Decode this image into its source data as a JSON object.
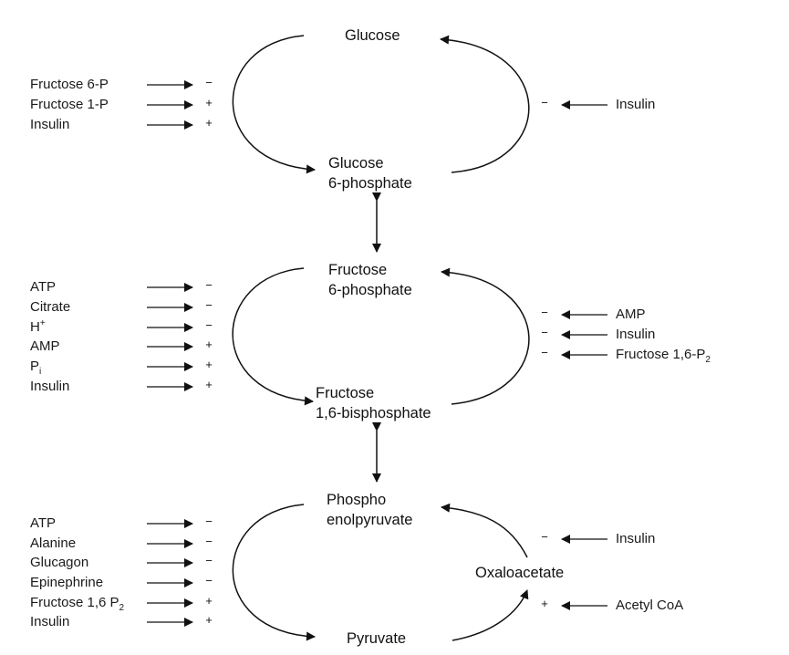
{
  "title": "Regulation of glycolysis and gluconeogenesis",
  "nodes": {
    "glucose": [
      "Glucose"
    ],
    "g6p": [
      "Glucose",
      "6-phosphate"
    ],
    "f6p": [
      "Fructose",
      "6-phosphate"
    ],
    "f16bp": [
      "Fructose",
      "1,6-bisphosphate"
    ],
    "pep": [
      "Phospho",
      "enolpyruvate"
    ],
    "pyruvate": [
      "Pyruvate"
    ],
    "oxaloacetate": [
      "Oxaloacetate"
    ]
  },
  "regulators": {
    "hexokinase_left": [
      {
        "name": "Fructose 6-P",
        "effect": "−"
      },
      {
        "name": "Fructose 1-P",
        "effect": "+"
      },
      {
        "name": "Insulin",
        "effect": "+"
      }
    ],
    "glucose6phosphatase_right": [
      {
        "name": "Insulin",
        "effect": "−"
      }
    ],
    "pfk1_left": [
      {
        "name": "ATP",
        "effect": "−"
      },
      {
        "name": "Citrate",
        "effect": "−"
      },
      {
        "name": "H",
        "sup": "+",
        "effect": "−"
      },
      {
        "name": "AMP",
        "effect": "+"
      },
      {
        "name": "P",
        "sub": "i",
        "effect": "+"
      },
      {
        "name": "Insulin",
        "effect": "+"
      }
    ],
    "fbpase_right": [
      {
        "name": "AMP",
        "effect": "−"
      },
      {
        "name": "Insulin",
        "effect": "−"
      },
      {
        "name": "Fructose 1,6-P",
        "sub": "2",
        "effect": "−"
      }
    ],
    "pyruvate_kinase_left": [
      {
        "name": "ATP",
        "effect": "−"
      },
      {
        "name": "Alanine",
        "effect": "−"
      },
      {
        "name": "Glucagon",
        "effect": "−"
      },
      {
        "name": "Epinephrine",
        "effect": "−"
      },
      {
        "name": "Fructose 1,6 P",
        "sub": "2",
        "effect": "+"
      },
      {
        "name": "Insulin",
        "effect": "+"
      }
    ],
    "pepck_right": [
      {
        "name": "Insulin",
        "effect": "−"
      }
    ],
    "pyruvate_carboxylase_right": [
      {
        "name": "Acetyl CoA",
        "effect": "+"
      }
    ]
  }
}
